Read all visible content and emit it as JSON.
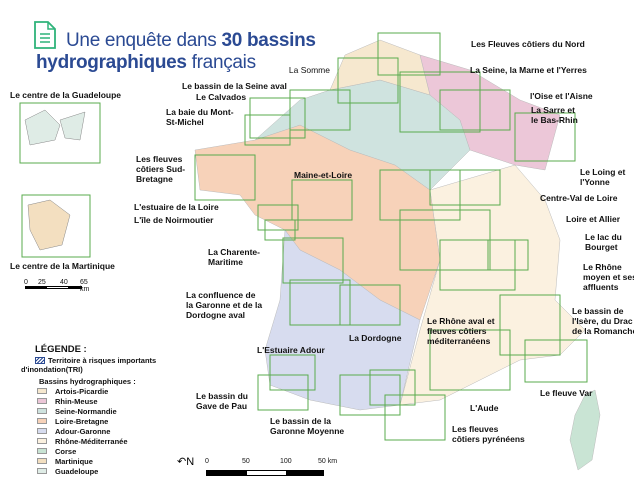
{
  "header": {
    "title_light_1": "Une enquête dans ",
    "title_bold_1": "30 bassins",
    "title_bold_2": "hydrographiques",
    "title_light_2": " français",
    "icon": "document-icon"
  },
  "labels": [
    "Les Fleuves côtiers du Nord",
    "La Somme",
    "La Seine, la Marne et l'Yerres",
    "Le bassin de la Seine aval",
    "Le Calvados",
    "l'Oise et l'Aisne",
    "La baie du Mont-\nSt-Michel",
    "La Sarre et\nle Bas-Rhin",
    "Les fleuves\ncôtiers Sud-\nBretagne",
    "Maine-et-Loire",
    "Le Loing et\nl'Yonne",
    "Centre-Val de Loire",
    "L'estuaire de la Loire",
    "L'île de Noirmoutier",
    "Loire et Allier",
    "La Charente-\nMaritime",
    "Le lac du\nBourget",
    "Le Rhône\nmoyen et ses\naffluents",
    "La confluence de\nla Garonne et de la\nDordogne aval",
    "La Dordogne",
    "Le bassin de\nl'Isère, du Drac et\nde la Romanche",
    "Le Rhône aval et\nfleuves côtiers\nméditerranéens",
    "L'Estuaire Adour",
    "Le fleuve Var",
    "L'Aude",
    "Le bassin du\nGave de Pau",
    "Le bassin de la\nGaronne Moyenne",
    "Les fleuves\ncôtiers pyrénéens"
  ],
  "insets": {
    "guadeloupe": "Le centre de la Guadeloupe",
    "martinique": "Le centre de la Martinique"
  },
  "scale_small": {
    "t0": "0",
    "t1": "25",
    "t2": "40",
    "t3": "65 km"
  },
  "scale_main": {
    "t0": "0",
    "t1": "50",
    "t2": "100",
    "t3": "50 km"
  },
  "north": "N",
  "legend": {
    "title": "LÉGENDE :",
    "tri_1": "Territoire à risques importants",
    "tri_2": "d'inondation(TRI)",
    "basins_title": "Bassins hydrographiques :",
    "items": [
      {
        "label": "Artois-Picardie",
        "color": "#f6e8cf"
      },
      {
        "label": "Rhin-Meuse",
        "color": "#ecc7d8"
      },
      {
        "label": "Seine-Normandie",
        "color": "#cfe3df"
      },
      {
        "label": "Loire-Bretagne",
        "color": "#f7d2b9"
      },
      {
        "label": "Adour-Garonne",
        "color": "#d7dcef"
      },
      {
        "label": "Rhône-Méditerranée",
        "color": "#fbf1e0"
      },
      {
        "label": "Corse",
        "color": "#c9e4d4"
      },
      {
        "label": "Martinique",
        "color": "#f3dfc0"
      },
      {
        "label": "Guadeloupe",
        "color": "#dfece6"
      }
    ]
  },
  "colors": {
    "frame": "#5aab4d",
    "title": "#2b4a93",
    "icon": "#2fb37a"
  }
}
